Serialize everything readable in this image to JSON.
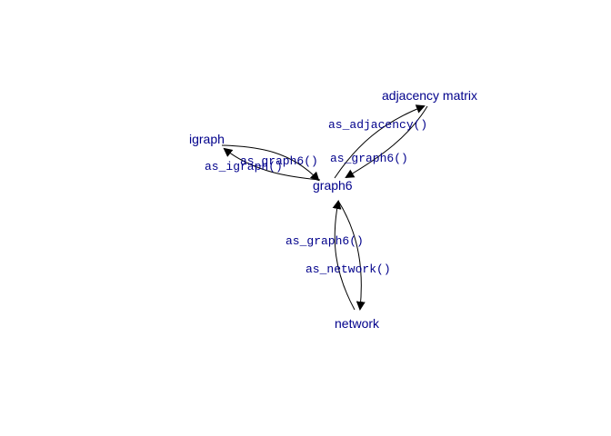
{
  "colors": {
    "node_text": "#00008B",
    "edge_label": "#00008B",
    "edge": "#000000",
    "background": "#ffffff"
  },
  "nodes": {
    "graph6": "graph6",
    "igraph": "igraph",
    "adjacency": "adjacency matrix",
    "network": "network"
  },
  "edges": {
    "graph6_to_igraph": "as_igraph()",
    "igraph_to_graph6": "as_graph6()",
    "graph6_to_adjacency": "as_adjacency()",
    "adjacency_to_graph6": "as_graph6()",
    "network_to_graph6": "as_graph6()",
    "graph6_to_network": "as_network()"
  }
}
